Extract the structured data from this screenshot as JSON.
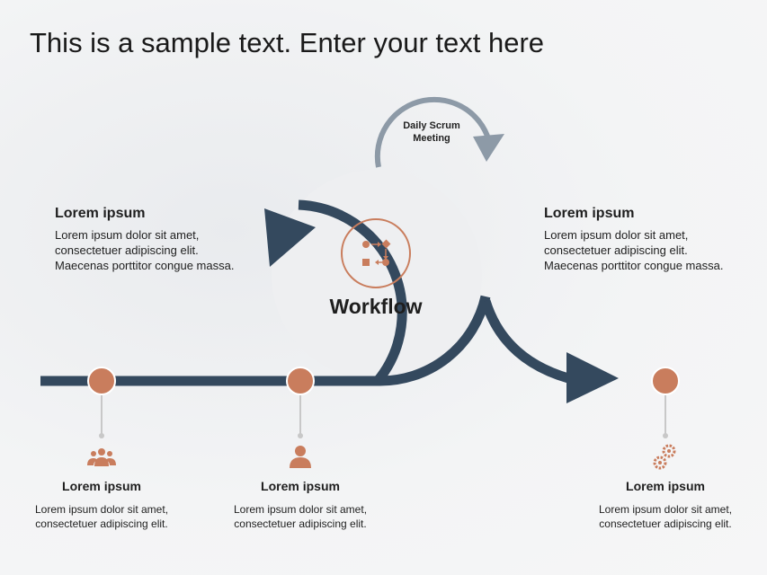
{
  "title": "This is a sample text. Enter your text here",
  "hub": {
    "label": "Workflow",
    "icon": "workflow-icon"
  },
  "loop": {
    "label": "Daily Scrum Meeting"
  },
  "left_block": {
    "heading": "Lorem ipsum",
    "body": "Lorem ipsum dolor sit amet, consectetuer adipiscing elit. Maecenas porttitor congue massa."
  },
  "right_block": {
    "heading": "Lorem ipsum",
    "body": "Lorem ipsum dolor sit amet, consectetuer adipiscing elit. Maecenas porttitor congue massa."
  },
  "milestones": [
    {
      "heading": "Lorem ipsum",
      "body": "Lorem ipsum dolor sit amet, consectetuer adipiscing elit.",
      "icon": "team-icon"
    },
    {
      "heading": "Lorem ipsum",
      "body": "Lorem ipsum dolor sit amet, consectetuer adipiscing elit.",
      "icon": "user-icon"
    },
    {
      "heading": "Lorem ipsum",
      "body": "Lorem ipsum dolor sit amet, consectetuer adipiscing elit.",
      "icon": "gears-icon"
    }
  ],
  "colors": {
    "navy": "#34495e",
    "accent": "#c97d5d",
    "loop_gray": "#8d9aa7",
    "hub_fill": "#eeeff1"
  }
}
